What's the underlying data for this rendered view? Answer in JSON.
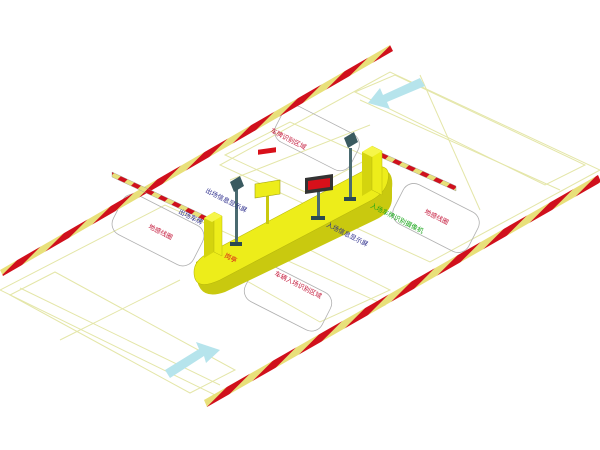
{
  "colors": {
    "background": "#ffffff",
    "lane_outline": "#e4e6a8",
    "stripe_red": "#d0101c",
    "stripe_yellow": "#e8e07a",
    "island": "#eded1a",
    "island_shade": "#c9c90f",
    "arrow": "#b6e4ec",
    "label_blue": "#2b2c8c",
    "label_red": "#d8101a",
    "label_green": "#18a518",
    "label_pink": "#c4183a"
  },
  "labels": {
    "exit_camera_zone": "车牌识别区域",
    "exit_info_display": "出场信息显示屏",
    "exit_camera": "出场车牌",
    "ground_sensor_left": "地感线圈",
    "post_box": "岗亭",
    "entry_info_display": "入场信息显示屏",
    "entry_camera": "入场车牌识别摄像机",
    "ground_sensor_right": "地感线圈",
    "entry_camera_zone": "车辆入场识别区域"
  }
}
